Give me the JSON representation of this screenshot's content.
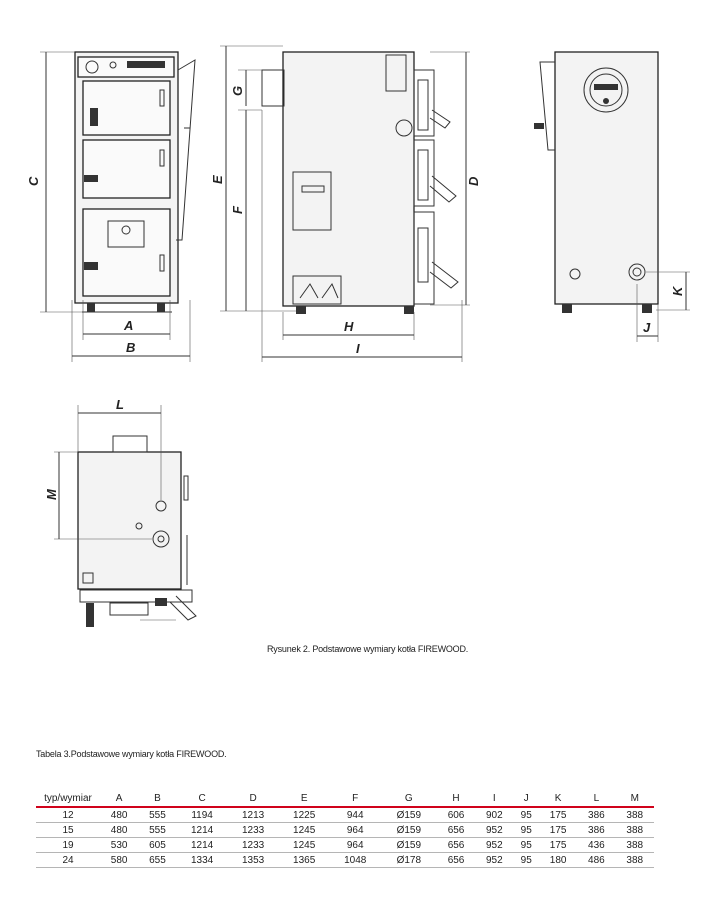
{
  "figure": {
    "caption": "Rysunek 2. Podstawowe wymiary kotła FIREWOOD.",
    "dimension_letters": [
      "A",
      "B",
      "C",
      "D",
      "E",
      "F",
      "G",
      "H",
      "I",
      "J",
      "K",
      "L",
      "M"
    ]
  },
  "table": {
    "caption": "Tabela 3.Podstawowe wymiary kotła FIREWOOD.",
    "headers": [
      "typ/wymiar",
      "A",
      "B",
      "C",
      "D",
      "E",
      "F",
      "G",
      "H",
      "I",
      "J",
      "K",
      "L",
      "M"
    ],
    "rows": [
      [
        "12",
        "480",
        "555",
        "1194",
        "1213",
        "1225",
        "944",
        "Ø159",
        "606",
        "902",
        "95",
        "175",
        "386",
        "388"
      ],
      [
        "15",
        "480",
        "555",
        "1214",
        "1233",
        "1245",
        "964",
        "Ø159",
        "656",
        "952",
        "95",
        "175",
        "386",
        "388"
      ],
      [
        "19",
        "530",
        "605",
        "1214",
        "1233",
        "1245",
        "964",
        "Ø159",
        "656",
        "952",
        "95",
        "175",
        "436",
        "388"
      ],
      [
        "24",
        "580",
        "655",
        "1334",
        "1353",
        "1365",
        "1048",
        "Ø178",
        "656",
        "952",
        "95",
        "180",
        "486",
        "388"
      ]
    ]
  },
  "colors": {
    "header_rule": "#d0021b",
    "row_rule": "#b5b5b5"
  }
}
